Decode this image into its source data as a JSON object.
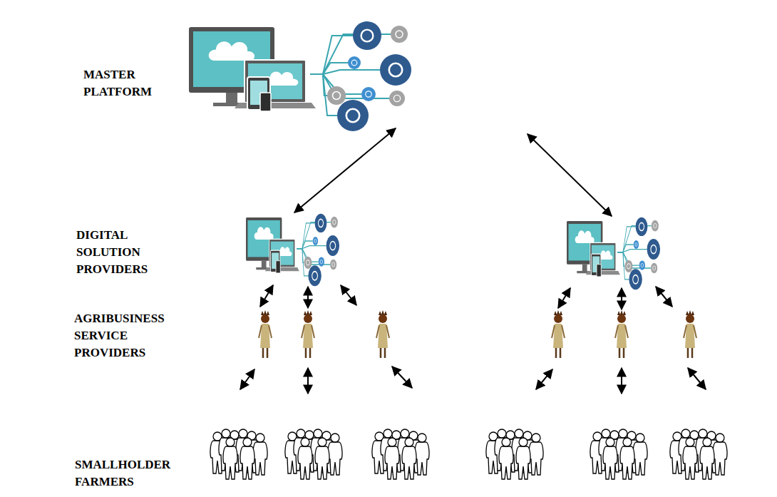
{
  "diagram": {
    "labels": [
      "MASTER PLATFORM",
      "DIGITAL SOLUTION PROVIDERS",
      "AGRIBUSINESS SERVICE PROVIDERS",
      "SMALLHOLDER FARMERS"
    ]
  }
}
